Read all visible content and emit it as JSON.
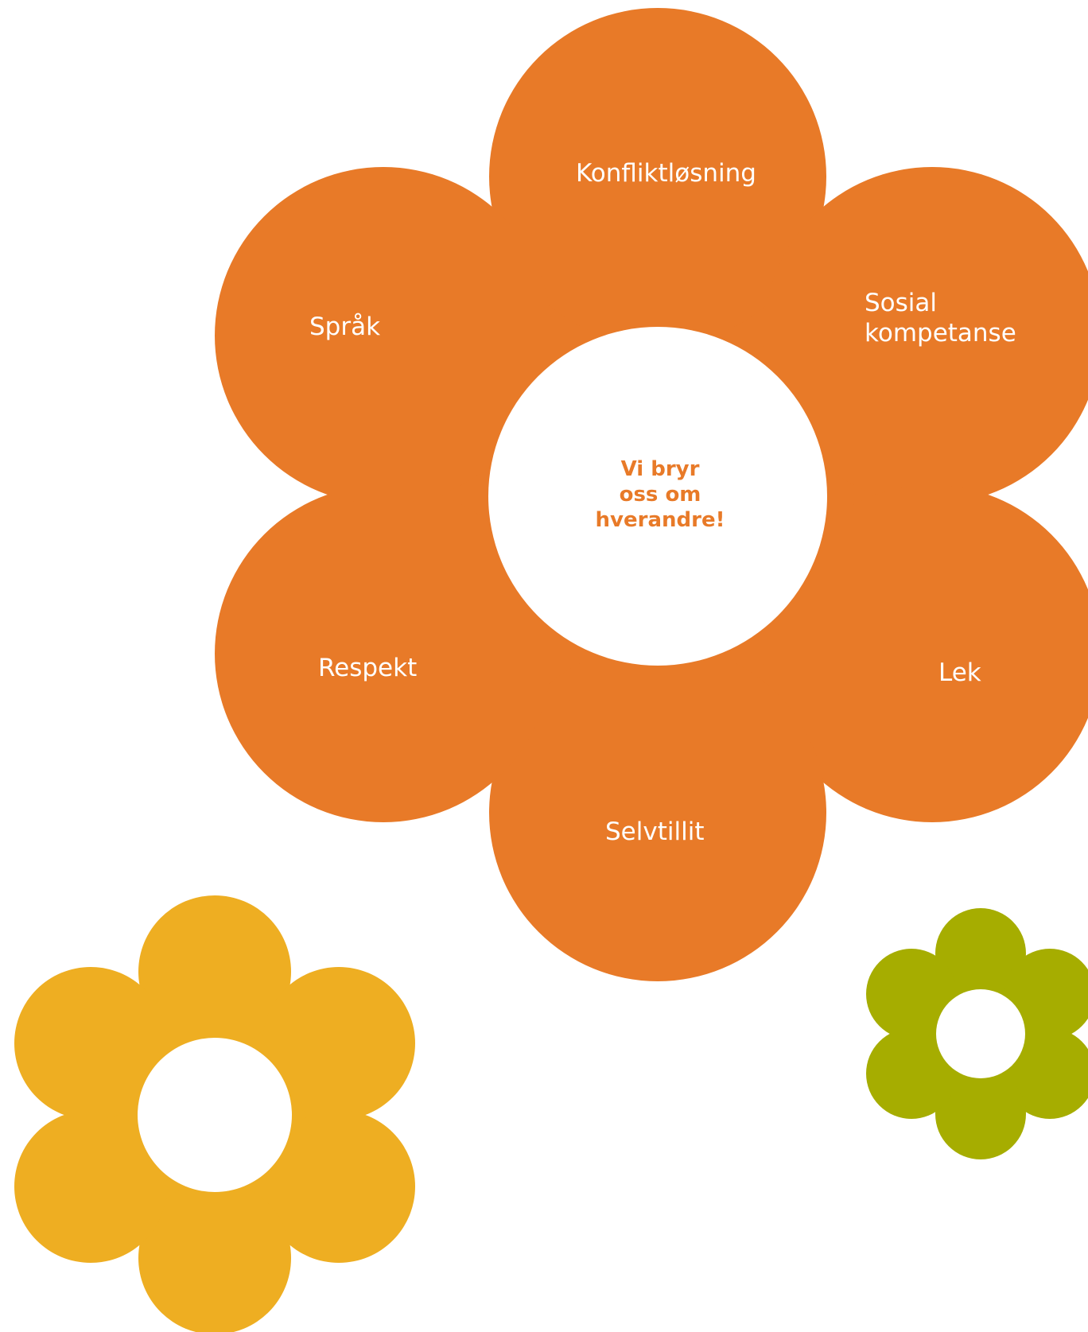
{
  "main_flower": {
    "center_text": [
      "Vi bryr",
      "oss om",
      "hverandre!"
    ],
    "petals": [
      {
        "label": "Konfliktløsning"
      },
      {
        "label": "Sosial\nkompetanse"
      },
      {
        "label": "Lek"
      },
      {
        "label": "Selvtillit"
      },
      {
        "label": "Respekt"
      },
      {
        "label": "Språk"
      }
    ]
  },
  "colors": {
    "main_petals": "#E87A28",
    "main_center_text": "#E87A28",
    "yellow_flower": "#EEAE22",
    "green_flower": "#A6AD00",
    "background": "#FFFFFF"
  }
}
